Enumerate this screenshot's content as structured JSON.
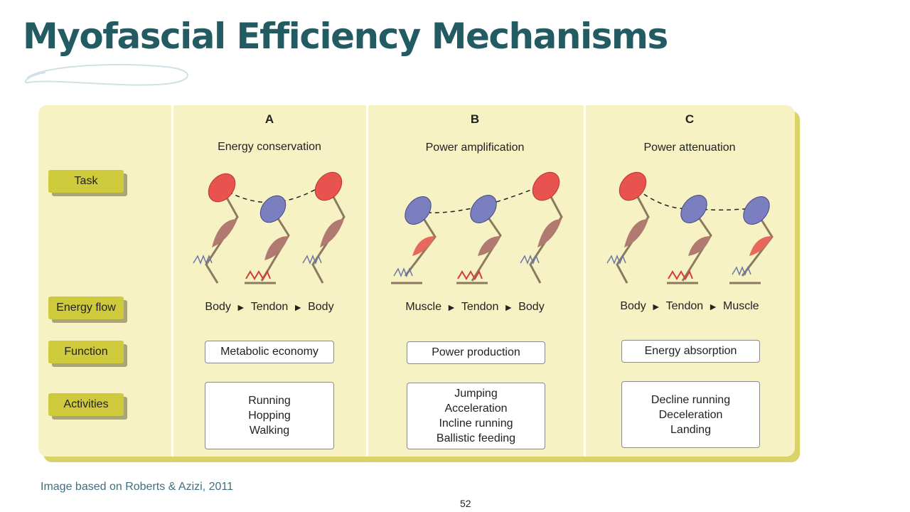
{
  "title": "Myofascial Efficiency Mechanisms",
  "citation": "Image based on Roberts & Azizi, 2011",
  "page_number": "52",
  "colors": {
    "title": "#235b63",
    "panel_background": "#f7f2c4",
    "row_label_fill": "#cfc93c",
    "body_mass_red": "#e8524f",
    "body_mass_blue": "#7b7fbf",
    "muscle": "#b07a70",
    "muscle_active": "#e8685c",
    "tendon_stretched": "#d43c3c",
    "tendon_relaxed": "#6a78a8"
  },
  "row_labels": {
    "task": "Task",
    "energy_flow": "Energy flow",
    "function": "Function",
    "activities": "Activities"
  },
  "columns": [
    {
      "letter": "A",
      "task": "Energy conservation",
      "flow": [
        "Body",
        "Tendon",
        "Body"
      ],
      "function": "Metabolic economy",
      "activities": [
        "Running",
        "Hopping",
        "Walking"
      ]
    },
    {
      "letter": "B",
      "task": "Power amplification",
      "flow": [
        "Muscle",
        "Tendon",
        "Body"
      ],
      "function": "Power production",
      "activities": [
        "Jumping",
        "Acceleration",
        "Incline running",
        "Ballistic feeding"
      ]
    },
    {
      "letter": "C",
      "task": "Power attenuation",
      "flow": [
        "Body",
        "Tendon",
        "Muscle"
      ],
      "function": "Energy absorption",
      "activities": [
        "Decline running",
        "Deceleration",
        "Landing"
      ]
    }
  ],
  "flow_arrow": "►"
}
